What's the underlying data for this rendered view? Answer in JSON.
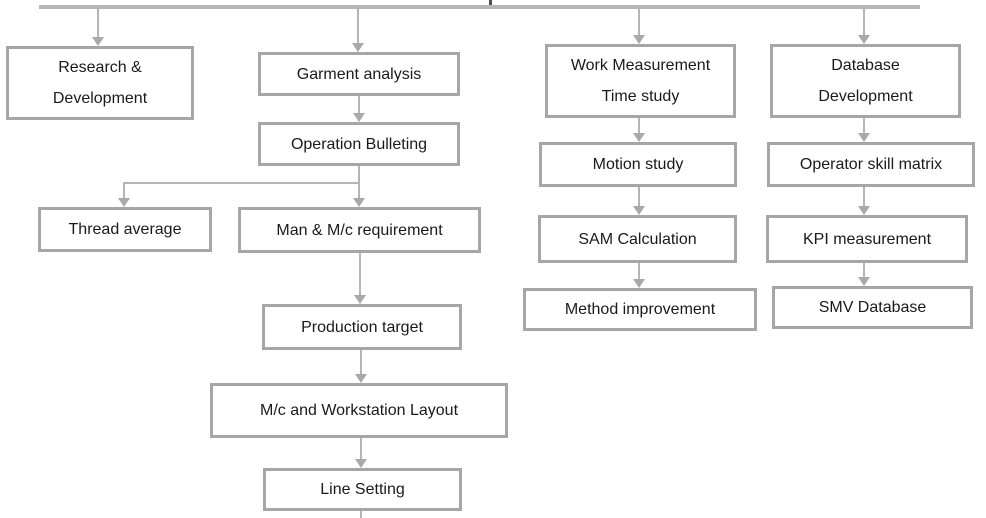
{
  "colors": {
    "bg": "#ffffff",
    "border": "#a6a6a6",
    "line": "#b5b5b5",
    "arrow": "#a9a9a9",
    "stub": "#4d4d4d",
    "text": "#1a1a1a"
  },
  "diagram": {
    "description": "Industrial engineering flowchart with four branches descending from a top connector line",
    "nodes": {
      "research_development": {
        "label": "Research &\nDevelopment"
      },
      "garment_analysis": {
        "label": "Garment analysis"
      },
      "operation_bulleting": {
        "label": "Operation Bulleting"
      },
      "thread_average": {
        "label": "Thread average"
      },
      "man_mc_requirement": {
        "label": "Man & M/c requirement"
      },
      "production_target": {
        "label": "Production target"
      },
      "mc_workstation_layout": {
        "label": "M/c and Workstation Layout"
      },
      "line_setting": {
        "label": "Line Setting"
      },
      "work_measurement": {
        "label": "Work Measurement\nTime study"
      },
      "motion_study": {
        "label": "Motion study"
      },
      "sam_calculation": {
        "label": "SAM Calculation"
      },
      "method_improvement": {
        "label": "Method improvement"
      },
      "database_development": {
        "label": "Database\nDevelopment"
      },
      "operator_skill_matrix": {
        "label": "Operator skill matrix"
      },
      "kpi_measurement": {
        "label": "KPI measurement"
      },
      "smv_database": {
        "label": "SMV Database"
      }
    }
  }
}
